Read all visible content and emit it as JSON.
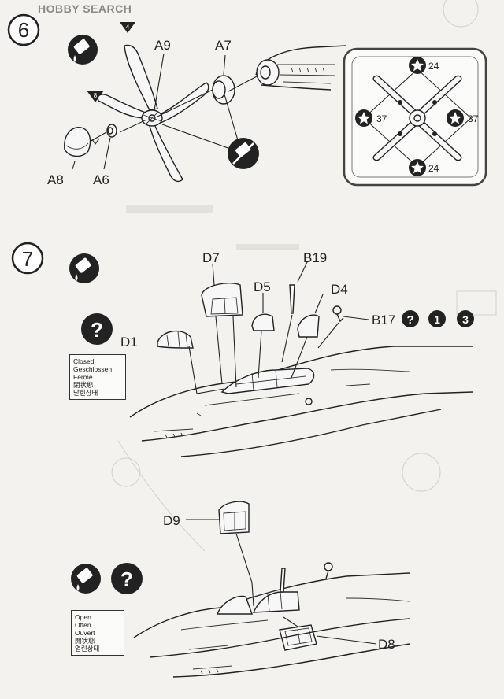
{
  "watermark": "HOBBY SEARCH",
  "step6": {
    "number": "6",
    "labels": {
      "a9": "A9",
      "a7": "A7",
      "a8": "A8",
      "a6": "A6"
    },
    "markers": {
      "m4": "4",
      "m8": "8"
    },
    "decal_numbers": {
      "top": "24",
      "bottom": "24",
      "left": "37",
      "right": "37"
    }
  },
  "step7": {
    "number": "7",
    "labels": {
      "d7": "D7",
      "b19": "B19",
      "d5": "D5",
      "d4": "D4",
      "b17": "B17",
      "d1": "D1",
      "d9": "D9",
      "d8": "D8"
    },
    "options": {
      "one": "1",
      "three": "3"
    },
    "closed_legend": [
      "Closed",
      "Geschlossen",
      "Fermé",
      "閉状態",
      "닫힌상태"
    ],
    "open_legend": [
      "Open",
      "Offen",
      "Ouvert",
      "開状態",
      "열린상태"
    ]
  }
}
